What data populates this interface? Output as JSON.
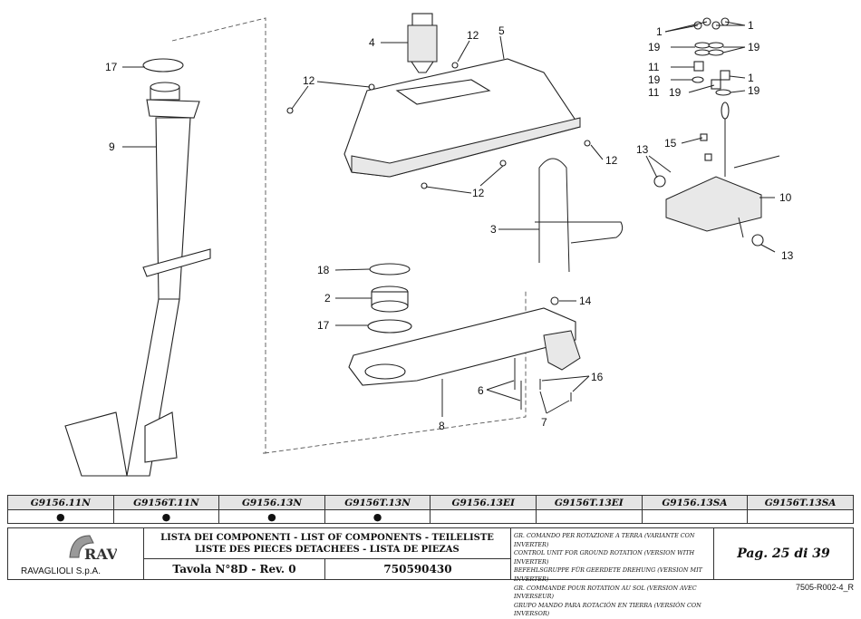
{
  "callouts": {
    "c1a": "1",
    "c1b": "1",
    "c1c": "1",
    "c2": "2",
    "c3": "3",
    "c4": "4",
    "c5": "5",
    "c6": "6",
    "c7": "7",
    "c8": "8",
    "c9": "9",
    "c10": "10",
    "c11a": "11",
    "c11b": "11",
    "c12a": "12",
    "c12b": "12",
    "c12c": "12",
    "c12d": "12",
    "c13a": "13",
    "c13b": "13",
    "c14": "14",
    "c15": "15",
    "c16": "16",
    "c17a": "17",
    "c17b": "17",
    "c18": "18",
    "c19a": "19",
    "c19b": "19",
    "c19c": "19",
    "c19d": "19",
    "c19e": "19"
  },
  "models": {
    "headers": [
      "G9156.11N",
      "G9156T.11N",
      "G9156.13N",
      "G9156T.13N",
      "G9156.13EI",
      "G9156T.13EI",
      "G9156.13SA",
      "G9156T.13SA"
    ],
    "marks": [
      "●",
      "●",
      "●",
      "●",
      "",
      "",
      "",
      ""
    ]
  },
  "footer": {
    "company": "RAVAGLIOLI S.p.A.",
    "title_line1": "LISTA DEI COMPONENTI - LIST OF COMPONENTS - TEILELISTE",
    "title_line2": "LISTE DES PIECES DETACHEES - LISTA DE PIEZAS",
    "table": "Tavola N°8D - Rev. 0",
    "code": "750590430",
    "desc": [
      "GR. COMANDO PER ROTAZIONE A TERRA (VARIANTE CON INVERTER)",
      "CONTROL UNIT FOR GROUND ROTATION (VERSION WITH INVERTER)",
      "BEFEHLSGRUPPE FÜR GEERDETE DREHUNG (VERSION MIT INVERTER)",
      "GR. COMMANDE POUR ROTATION AU SOL (VERSION AVEC INVERSEUR)",
      "GRUPO MANDO PARA ROTACIÓN EN TIERRA (VERSIÓN CON INVERSOR)"
    ],
    "page": "Pag. 25 di 39",
    "doc_ref": "7505-R002-4_R"
  }
}
